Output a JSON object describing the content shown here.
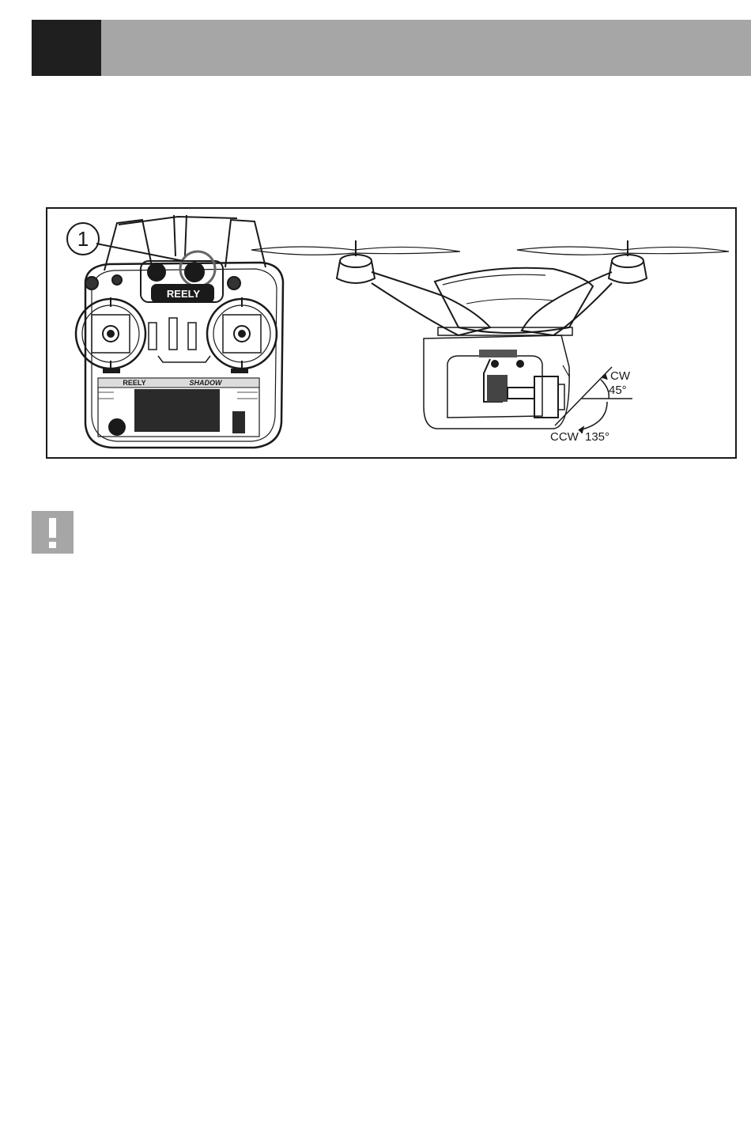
{
  "figure": {
    "callout_number": "1",
    "transmitter_brand": "REELY",
    "display_brand": "REELY",
    "display_model": "SHADOW",
    "cw_label": "CW",
    "cw_angle": "45°",
    "ccw_label": "CCW",
    "ccw_angle": "135°"
  },
  "icons": {
    "warning": "exclamation-icon"
  },
  "colors": {
    "header_dark": "#1f1f1f",
    "header_gray": "#a6a6a6",
    "line": "#1a1a1a"
  }
}
